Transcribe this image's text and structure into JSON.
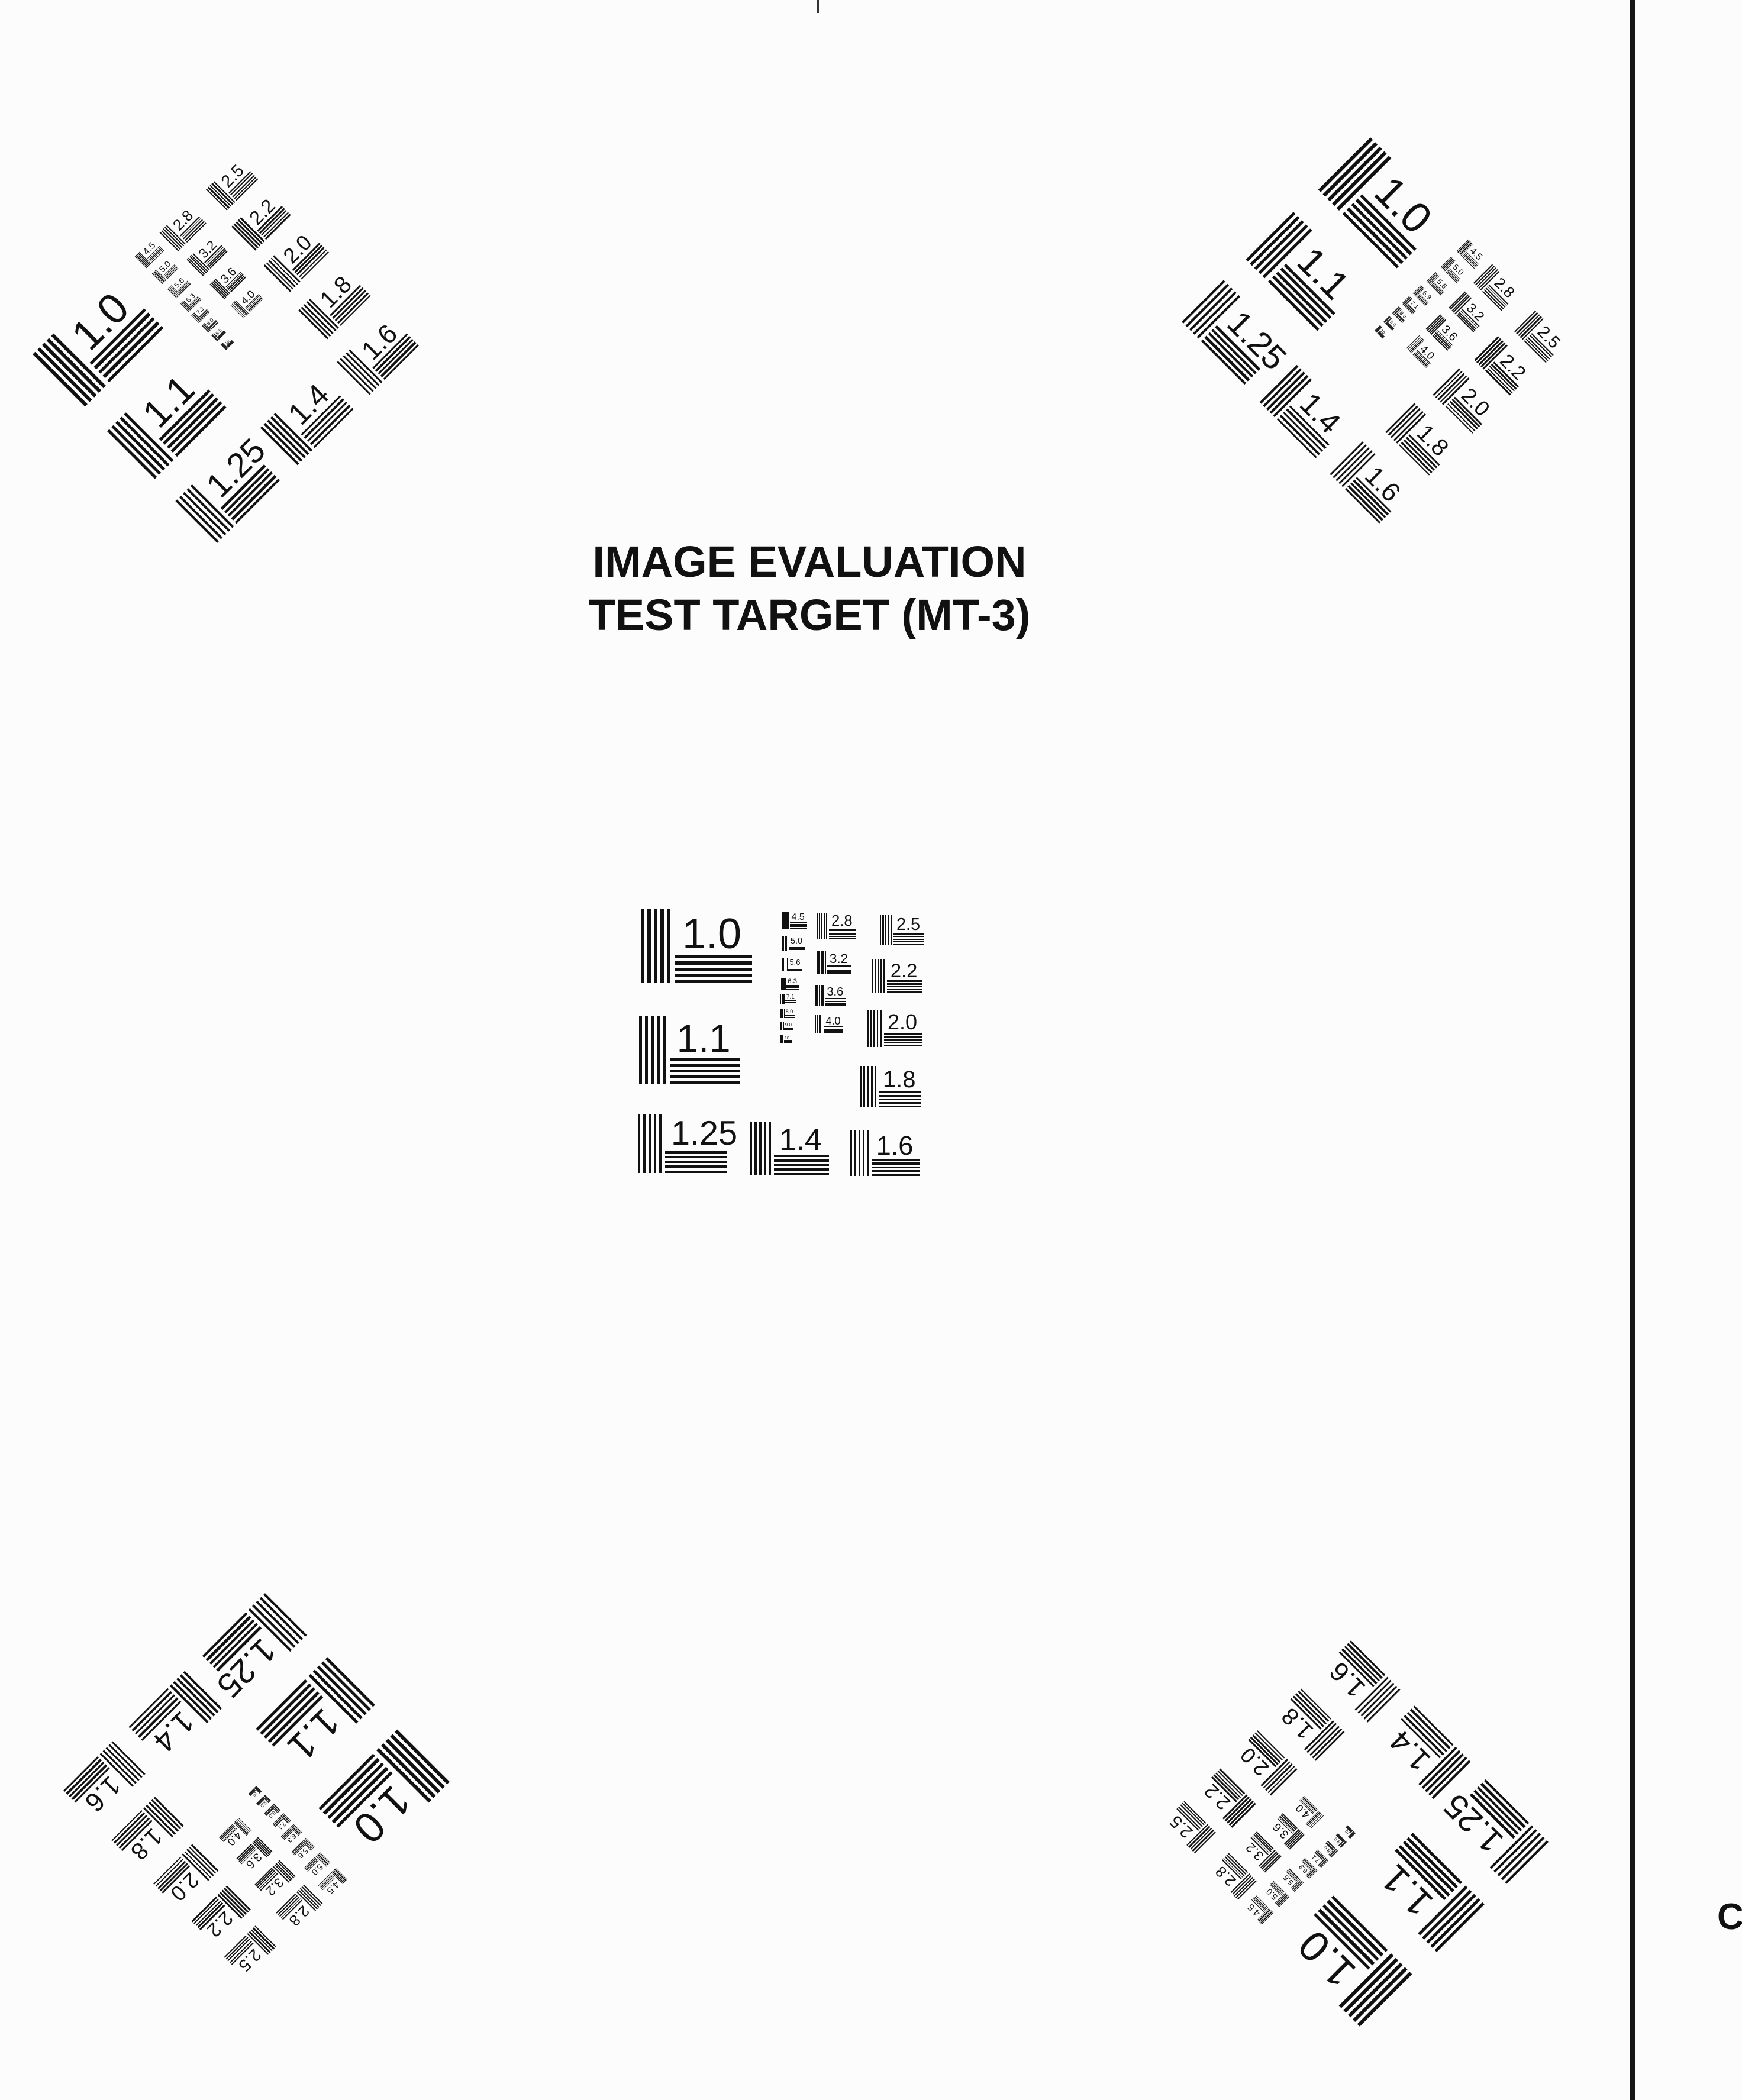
{
  "title": {
    "line1": "IMAGE EVALUATION",
    "line2": "TEST TARGET (MT-3)"
  },
  "patches": {
    "labels": [
      "1.0",
      "1.1",
      "1.25",
      "1.4",
      "1.6",
      "1.8",
      "2.0",
      "2.2",
      "2.5",
      "2.8",
      "3.2",
      "3.6",
      "4.0",
      "4.5",
      "5.0",
      "5.6",
      "6.3",
      "7.1",
      "8.0",
      "9.0",
      "10"
    ]
  },
  "targets": [
    "center",
    "top-left",
    "top-right",
    "bottom-left",
    "bottom-right"
  ],
  "edge_text": "C"
}
